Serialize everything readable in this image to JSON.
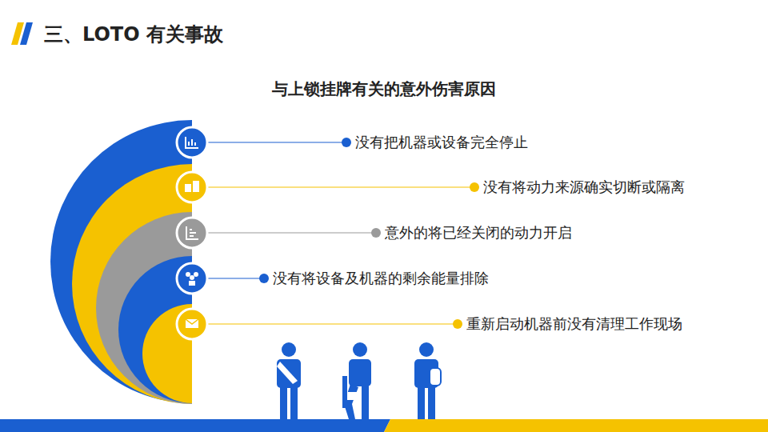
{
  "diagram": {
    "title": "三、LOTO 有关事故",
    "labels": [
      "与上锁挂牌有关的意外伤害原因",
      "没有把机器或设备完全停止",
      "没有将动力来源确实切断或隔离",
      "意外的将已经关闭的动力开启",
      "没有将设备及机器的剩余能量排除",
      "重新启动机器前没有清理工作现场"
    ]
  }
}
